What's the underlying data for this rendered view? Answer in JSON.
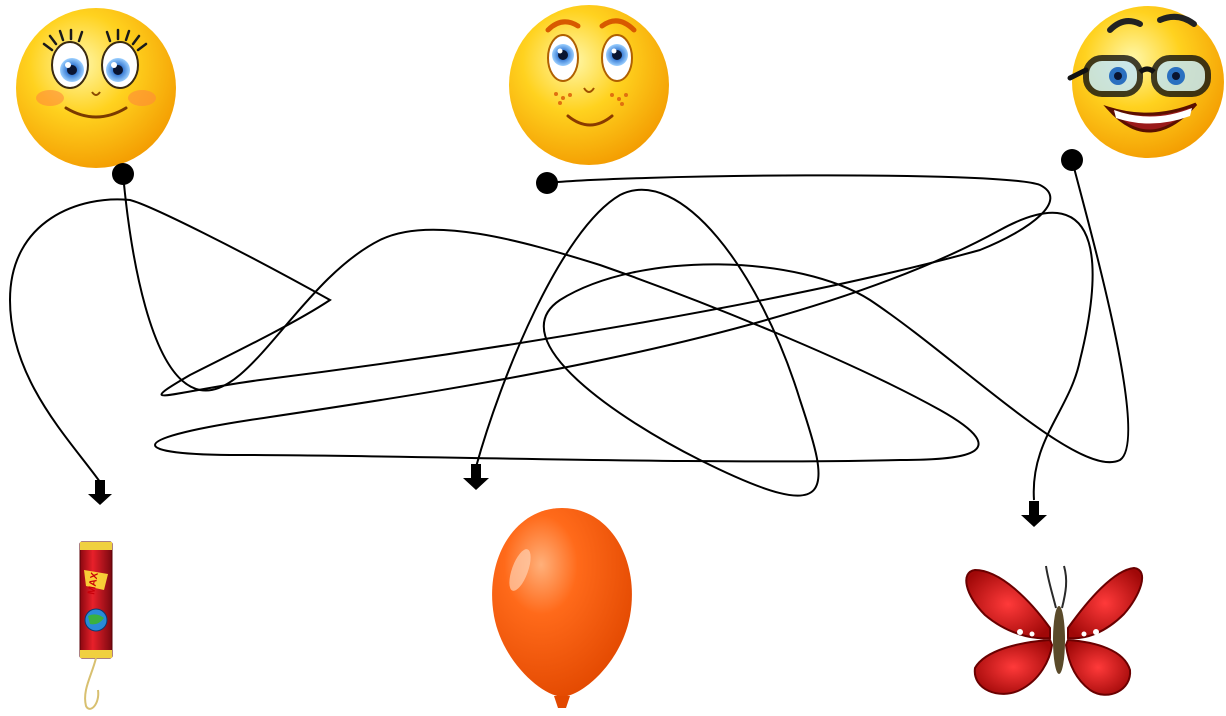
{
  "puzzle": {
    "type": "tangled-lines-matching",
    "faces": [
      {
        "id": "face-girl",
        "icon": "smiley-girl-eyelashes-icon"
      },
      {
        "id": "face-freckles",
        "icon": "smiley-freckles-icon"
      },
      {
        "id": "face-glasses",
        "icon": "smiley-glasses-icon"
      }
    ],
    "items": [
      {
        "id": "firecracker",
        "icon": "party-popper-firecracker-icon",
        "printed_text": "MAX"
      },
      {
        "id": "balloon",
        "icon": "orange-balloon-icon"
      },
      {
        "id": "butterfly",
        "icon": "red-butterfly-icon"
      }
    ],
    "connections": [
      {
        "from": "face-girl",
        "to": "butterfly"
      },
      {
        "from": "face-freckles",
        "to": "firecracker"
      },
      {
        "from": "face-glasses",
        "to": "balloon"
      }
    ],
    "colors": {
      "line": "#000000",
      "face_yellow": "#ffd21f",
      "face_orange": "#f5a000",
      "balloon": "#ff6a1a",
      "butterfly": "#e01818",
      "firecracker": "#d8101c",
      "background": "#ffffff"
    }
  }
}
